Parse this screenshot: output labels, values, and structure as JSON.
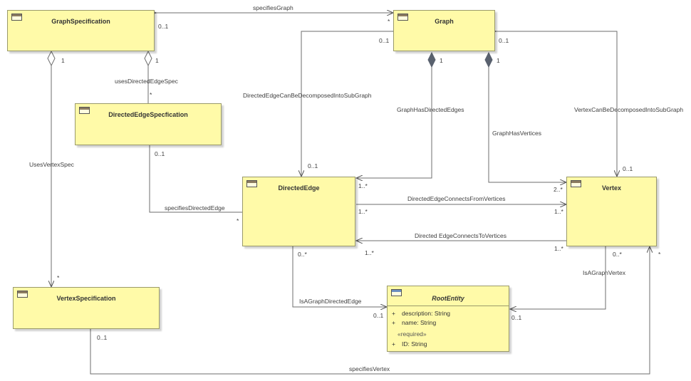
{
  "classes": {
    "graph_specification": "GraphSpecification",
    "graph": "Graph",
    "directed_edge_specification": "DirectedEdgeSpecfication",
    "directed_edge": "DirectedEdge",
    "vertex": "Vertex",
    "vertex_specification": "VertexSpecification",
    "root_entity": {
      "name": "RootEntity",
      "attributes": [
        {
          "visibility": "+",
          "text": "description: String"
        },
        {
          "visibility": "+",
          "text": "name: String"
        }
      ],
      "stereotype": "«required»",
      "required_attributes": [
        {
          "visibility": "+",
          "text": "ID: String"
        }
      ]
    }
  },
  "association_labels": {
    "specifies_graph": "specifiesGraph",
    "uses_directed_edge_spec": "usesDirectedEdgeSpec",
    "directed_edge_decomposed": "DirectedEdgeCanBeDecomposedIntoSubGraph",
    "graph_has_directed_edges": "GraphHasDirectedEdges",
    "graph_has_vertices": "GraphHasVertices",
    "vertex_decomposed": "VertexCanBeDecomposedIntoSubGraph",
    "uses_vertex_spec": "UsesVertexSpec",
    "specifies_directed_edge": "specifiesDirectedEdge",
    "connects_from_vertices": "DirectedEdgeConnectsFromVertices",
    "connects_to_vertices": "Directed EdgeConnectsToVertices",
    "is_a_graph_vertex": "IsAGraphVertex",
    "is_a_graph_directed_edge": "IsAGraphDirectedEdge",
    "specifies_vertex": "specifiesVertex"
  },
  "multiplicities": {
    "gs_graph_01": "0..1",
    "graph_gs_star": "*",
    "gs_ue_1": "1",
    "gs_uv_1": "1",
    "des_ue_star": "*",
    "des_sde_01": "0..1",
    "sde_de_star": "*",
    "graph_dec_01": "0..1",
    "graph_ghde_1": "1",
    "graph_ghv_1": "1",
    "graph_vdec_01": "0..1",
    "de_dec_01": "0..1",
    "de_ghde_1n": "1..*",
    "de_from_1n": "1..*",
    "de_to_1n": "1..*",
    "de_isa_0n": "0..*",
    "v_ghv_2n": "2..*",
    "v_vdec_01": "0..1",
    "v_from_1n": "1..*",
    "v_to_1n": "1..*",
    "v_isa_0n": "0..*",
    "v_sv_star": "*",
    "vs_uv_star": "*",
    "vs_sv_01": "0..1",
    "re_isade_01": "0..1",
    "re_isav_01": "0..1"
  }
}
